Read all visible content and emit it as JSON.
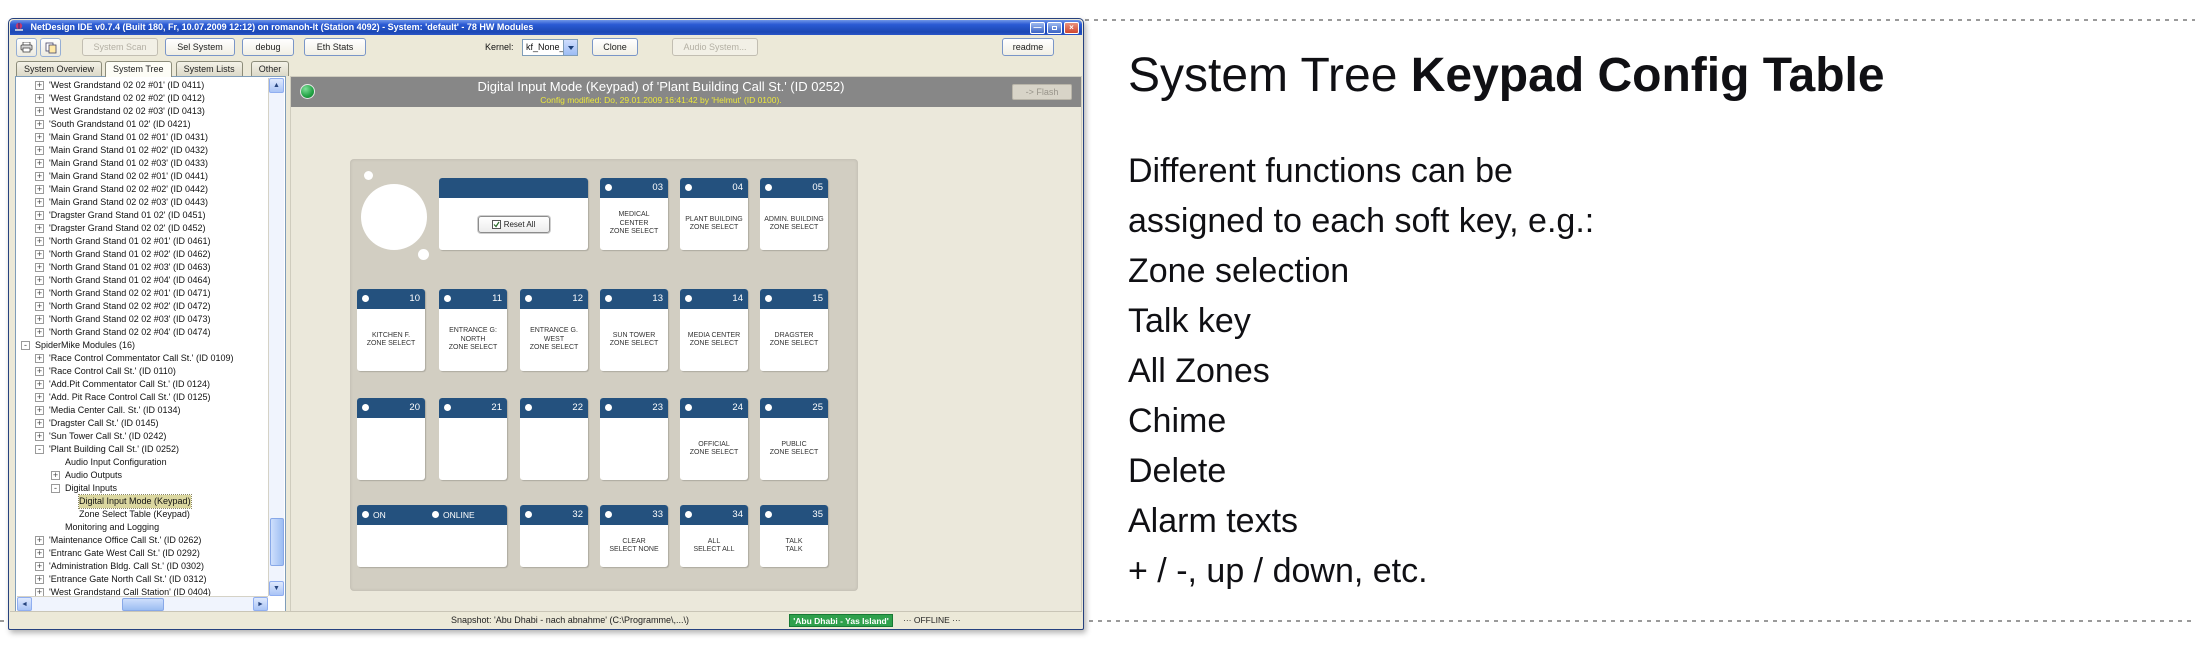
{
  "colors": {
    "titlebar_blue": "#2a5ad4",
    "window_beige": "#ece9d8",
    "key_header_navy": "#24517e",
    "keypad_gray": "#d2cec2",
    "panel_header_gray": "#878787",
    "subtitle_yellow": "#ece83c",
    "badge_green": "#2fa04c",
    "tree_selection": "#dbd7a0"
  },
  "window": {
    "title": "NetDesign IDE  v0.7.4 (Built 180, Fr, 10.07.2009 12:12) on romanoh-lt (Station 4092)  -  System: 'default'  -  78 HW Modules",
    "minimize": "—",
    "close": "×"
  },
  "toolbar": {
    "system_scan": "System Scan",
    "sel_system": "Sel System",
    "debug": "debug",
    "eth_stats": "Eth Stats",
    "kernel_label": "Kernel:",
    "kernel_value": "kf_None_",
    "clone": "Clone",
    "audio_system": "Audio System...",
    "readme": "readme"
  },
  "tabs": [
    {
      "label": "System Overview",
      "active": false
    },
    {
      "label": "System Tree",
      "active": true
    },
    {
      "label": "System Lists",
      "active": false
    },
    {
      "label": "Other",
      "active": false
    }
  ],
  "tree": {
    "items": [
      {
        "level": 1,
        "expander": "+",
        "label": "'West Grandstand 02 02 #01' (ID 0411)"
      },
      {
        "level": 1,
        "expander": "+",
        "label": "'West Grandstand 02 02 #02' (ID 0412)"
      },
      {
        "level": 1,
        "expander": "+",
        "label": "'West Grandstand 02 02 #03' (ID 0413)"
      },
      {
        "level": 1,
        "expander": "+",
        "label": "'South Grandstand 01 02' (ID 0421)"
      },
      {
        "level": 1,
        "expander": "+",
        "label": "'Main Grand Stand 01 02 #01' (ID 0431)"
      },
      {
        "level": 1,
        "expander": "+",
        "label": "'Main Grand Stand 01 02 #02' (ID 0432)"
      },
      {
        "level": 1,
        "expander": "+",
        "label": "'Main Grand Stand 01 02 #03' (ID 0433)"
      },
      {
        "level": 1,
        "expander": "+",
        "label": "'Main Grand Stand 02 02 #01' (ID 0441)"
      },
      {
        "level": 1,
        "expander": "+",
        "label": "'Main Grand Stand 02 02 #02' (ID 0442)"
      },
      {
        "level": 1,
        "expander": "+",
        "label": "'Main Grand Stand 02 02 #03' (ID 0443)"
      },
      {
        "level": 1,
        "expander": "+",
        "label": "'Dragster Grand Stand 01 02' (ID 0451)"
      },
      {
        "level": 1,
        "expander": "+",
        "label": "'Dragster Grand Stand 02 02' (ID 0452)"
      },
      {
        "level": 1,
        "expander": "+",
        "label": "'North Grand Stand 01 02 #01' (ID 0461)"
      },
      {
        "level": 1,
        "expander": "+",
        "label": "'North Grand Stand 01 02 #02' (ID 0462)"
      },
      {
        "level": 1,
        "expander": "+",
        "label": "'North Grand Stand 01 02 #03' (ID 0463)"
      },
      {
        "level": 1,
        "expander": "+",
        "label": "'North Grand Stand 01 02 #04' (ID 0464)"
      },
      {
        "level": 1,
        "expander": "+",
        "label": "'North Grand Stand 02 02 #01' (ID 0471)"
      },
      {
        "level": 1,
        "expander": "+",
        "label": "'North Grand Stand 02 02 #02' (ID 0472)"
      },
      {
        "level": 1,
        "expander": "+",
        "label": "'North Grand Stand 02 02 #03' (ID 0473)"
      },
      {
        "level": 1,
        "expander": "+",
        "label": "'North Grand Stand 02 02 #04' (ID 0474)"
      },
      {
        "level": 0,
        "expander": "-",
        "label": "SpiderMike Modules (16)"
      },
      {
        "level": 1,
        "expander": "+",
        "label": "'Race Control Commentator Call St.' (ID 0109)"
      },
      {
        "level": 1,
        "expander": "+",
        "label": "'Race Control Call St.' (ID 0110)"
      },
      {
        "level": 1,
        "expander": "+",
        "label": "'Add.Pit Commentator Call St.' (ID 0124)"
      },
      {
        "level": 1,
        "expander": "+",
        "label": "'Add. Pit Race Control Call St.' (ID 0125)"
      },
      {
        "level": 1,
        "expander": "+",
        "label": "'Media Center Call. St.' (ID 0134)"
      },
      {
        "level": 1,
        "expander": "+",
        "label": "'Dragster Call St.' (ID 0145)"
      },
      {
        "level": 1,
        "expander": "+",
        "label": "'Sun Tower Call St.' (ID 0242)"
      },
      {
        "level": 1,
        "expander": "-",
        "label": "'Plant Building Call St.' (ID 0252)"
      },
      {
        "level": 2,
        "expander": "",
        "label": "Audio Input Configuration"
      },
      {
        "level": 2,
        "expander": "+",
        "label": "Audio Outputs"
      },
      {
        "level": 2,
        "expander": "-",
        "label": "Digital Inputs"
      },
      {
        "level": 3,
        "expander": "",
        "label": "Digital Input Mode (Keypad)",
        "selected": true
      },
      {
        "level": 3,
        "expander": "",
        "label": "Zone Select Table (Keypad)"
      },
      {
        "level": 2,
        "expander": "",
        "label": "Monitoring and Logging"
      },
      {
        "level": 1,
        "expander": "+",
        "label": "'Maintenance Office Call St.' (ID 0262)"
      },
      {
        "level": 1,
        "expander": "+",
        "label": "'Entranc Gate West Call St.' (ID 0292)"
      },
      {
        "level": 1,
        "expander": "+",
        "label": "'Administration Bldg. Call St.' (ID 0302)"
      },
      {
        "level": 1,
        "expander": "+",
        "label": "'Entrance Gate North Call St.' (ID 0312)"
      },
      {
        "level": 1,
        "expander": "+",
        "label": "'West Grandstand Call Station' (ID 0404)"
      }
    ]
  },
  "panel": {
    "title": "Digital Input Mode (Keypad) of 'Plant Building Call St.' (ID 0252)",
    "subtitle": "Config modified: Do, 29.01.2009 16:41:42  by 'Helmut' (ID 0100).",
    "flash_label": "-> Flash"
  },
  "keypad": {
    "reset_button": "Reset All",
    "keys": [
      {
        "row": 1,
        "col": 2,
        "span": 2,
        "type": "reset"
      },
      {
        "row": 1,
        "col": 4,
        "num": "03",
        "lines": [
          "MEDICAL",
          "CENTER",
          "ZONE SELECT"
        ]
      },
      {
        "row": 1,
        "col": 5,
        "num": "04",
        "lines": [
          "PLANT BUILDING",
          "ZONE SELECT"
        ]
      },
      {
        "row": 1,
        "col": 6,
        "num": "05",
        "lines": [
          "ADMIN. BUILDING",
          "ZONE SELECT"
        ]
      },
      {
        "row": 2,
        "col": 1,
        "num": "10",
        "lines": [
          "KITCHEN F.",
          "ZONE SELECT"
        ]
      },
      {
        "row": 2,
        "col": 2,
        "num": "11",
        "lines": [
          "ENTRANCE G:",
          "NORTH",
          "ZONE SELECT"
        ]
      },
      {
        "row": 2,
        "col": 3,
        "num": "12",
        "lines": [
          "ENTRANCE G.",
          "WEST",
          "ZONE SELECT"
        ]
      },
      {
        "row": 2,
        "col": 4,
        "num": "13",
        "lines": [
          "SUN TOWER",
          "ZONE SELECT"
        ]
      },
      {
        "row": 2,
        "col": 5,
        "num": "14",
        "lines": [
          "MEDIA CENTER",
          "ZONE SELECT"
        ]
      },
      {
        "row": 2,
        "col": 6,
        "num": "15",
        "lines": [
          "DRAGSTER",
          "ZONE SELECT"
        ]
      },
      {
        "row": 3,
        "col": 1,
        "num": "20",
        "lines": []
      },
      {
        "row": 3,
        "col": 2,
        "num": "21",
        "lines": []
      },
      {
        "row": 3,
        "col": 3,
        "num": "22",
        "lines": []
      },
      {
        "row": 3,
        "col": 4,
        "num": "23",
        "lines": []
      },
      {
        "row": 3,
        "col": 5,
        "num": "24",
        "lines": [
          "OFFICIAL",
          "ZONE SELECT"
        ]
      },
      {
        "row": 3,
        "col": 6,
        "num": "25",
        "lines": [
          "PUBLIC",
          "ZONE SELECT"
        ]
      },
      {
        "row": 4,
        "col": 1,
        "span": 2,
        "type": "wide",
        "header_labels": [
          "ON",
          "ONLINE"
        ],
        "lines": []
      },
      {
        "row": 4,
        "col": 3,
        "num": "32",
        "lines": []
      },
      {
        "row": 4,
        "col": 4,
        "num": "33",
        "lines": [
          "CLEAR",
          "SELECT NONE"
        ]
      },
      {
        "row": 4,
        "col": 5,
        "num": "34",
        "lines": [
          "ALL",
          "SELECT ALL"
        ]
      },
      {
        "row": 4,
        "col": 6,
        "num": "35",
        "lines": [
          "TALK",
          "TALK"
        ]
      }
    ]
  },
  "statusbar": {
    "snapshot": "Snapshot:  'Abu Dhabi - nach abnahme'  (C:\\Programme\\,...\\)",
    "badge": "'Abu Dhabi - Yas Island'",
    "offline": "··· OFFLINE ···"
  },
  "annotation": {
    "title_regular": "System Tree ",
    "title_bold": "Keypad Config Table",
    "lines": [
      "Different functions can be",
      "assigned to each soft key, e.g.:",
      "Zone selection",
      "Talk key",
      "All Zones",
      "Chime",
      "Delete",
      "Alarm texts",
      "+ / -, up / down, etc."
    ]
  }
}
